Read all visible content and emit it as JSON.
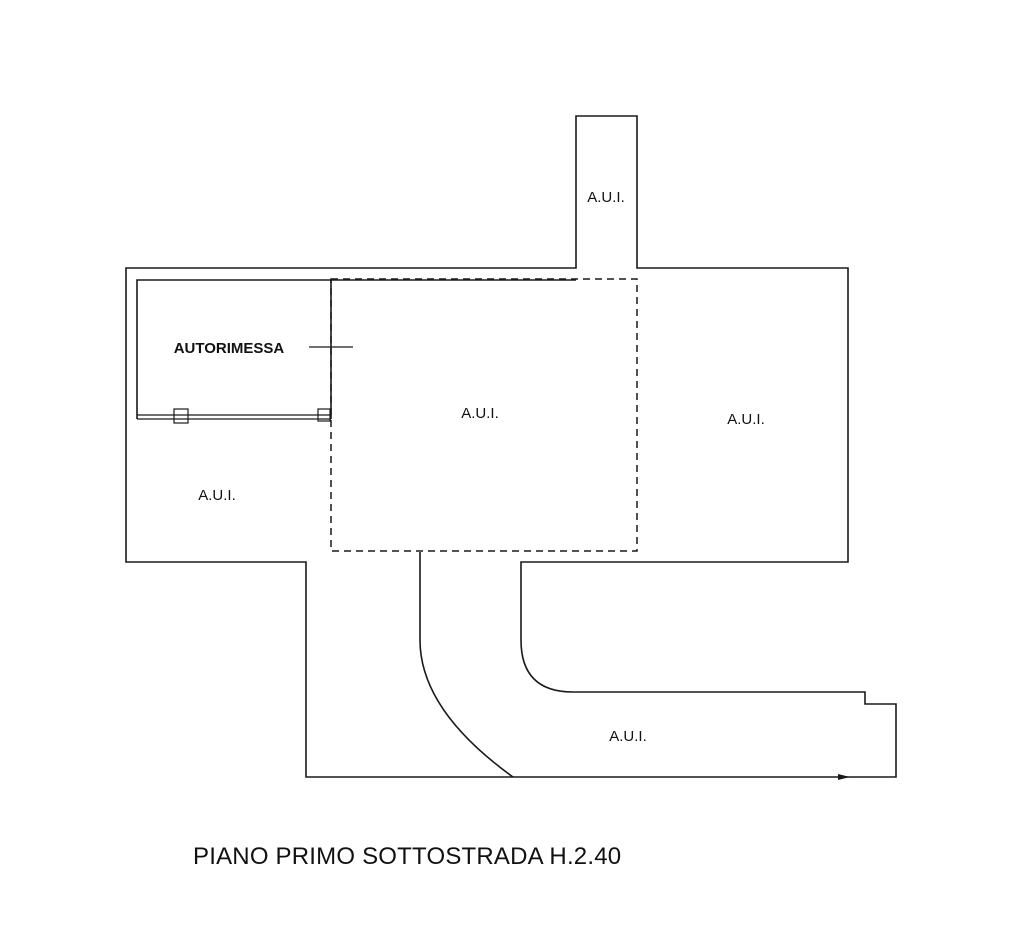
{
  "plan": {
    "caption": "PIANO PRIMO SOTTOSTRADA H.2.40",
    "rooms": {
      "tower_label": "A.U.I.",
      "center_label": "A.U.I.",
      "right_label": "A.U.I.",
      "left_lower_label": "A.U.I.",
      "corridor_label": "A.U.I.",
      "garage_label": "AUTORIMESSA"
    }
  }
}
